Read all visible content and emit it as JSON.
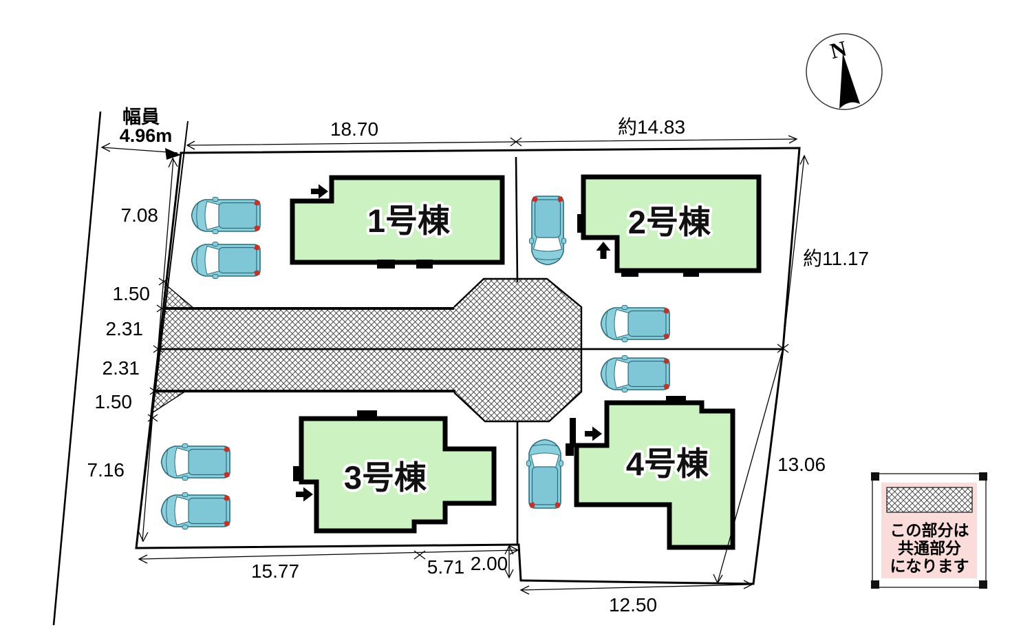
{
  "plan": {
    "road": {
      "width_label": "幅員",
      "width_value": "4.96m"
    },
    "compass": {
      "north": "N"
    },
    "buildings": [
      {
        "name": "1号棟"
      },
      {
        "name": "2号棟"
      },
      {
        "name": "3号棟"
      },
      {
        "name": "4号棟"
      }
    ],
    "dimensions": {
      "top_left": "18.70",
      "top_right": "約14.83",
      "right_upper": "約11.17",
      "right_lower": "13.06",
      "left": [
        "7.08",
        "1.50",
        "2.31",
        "2.31",
        "1.50",
        "7.16"
      ],
      "bottom_left": "15.77",
      "bottom_mid": "5.71",
      "bottom_step": "2.00",
      "bottom_lot4": "12.50"
    },
    "legend": {
      "line1": "この部分は",
      "line2": "共通部分",
      "line3": "になります"
    },
    "colors": {
      "building_fill": "#cdf2c2",
      "car_fill": "#8bcfdd",
      "car_roof": "#7fc6d6",
      "car_stroke": "#2a6b7c",
      "legend_bg": "#fadcda",
      "hatch_line": "#3a3a3a"
    }
  }
}
